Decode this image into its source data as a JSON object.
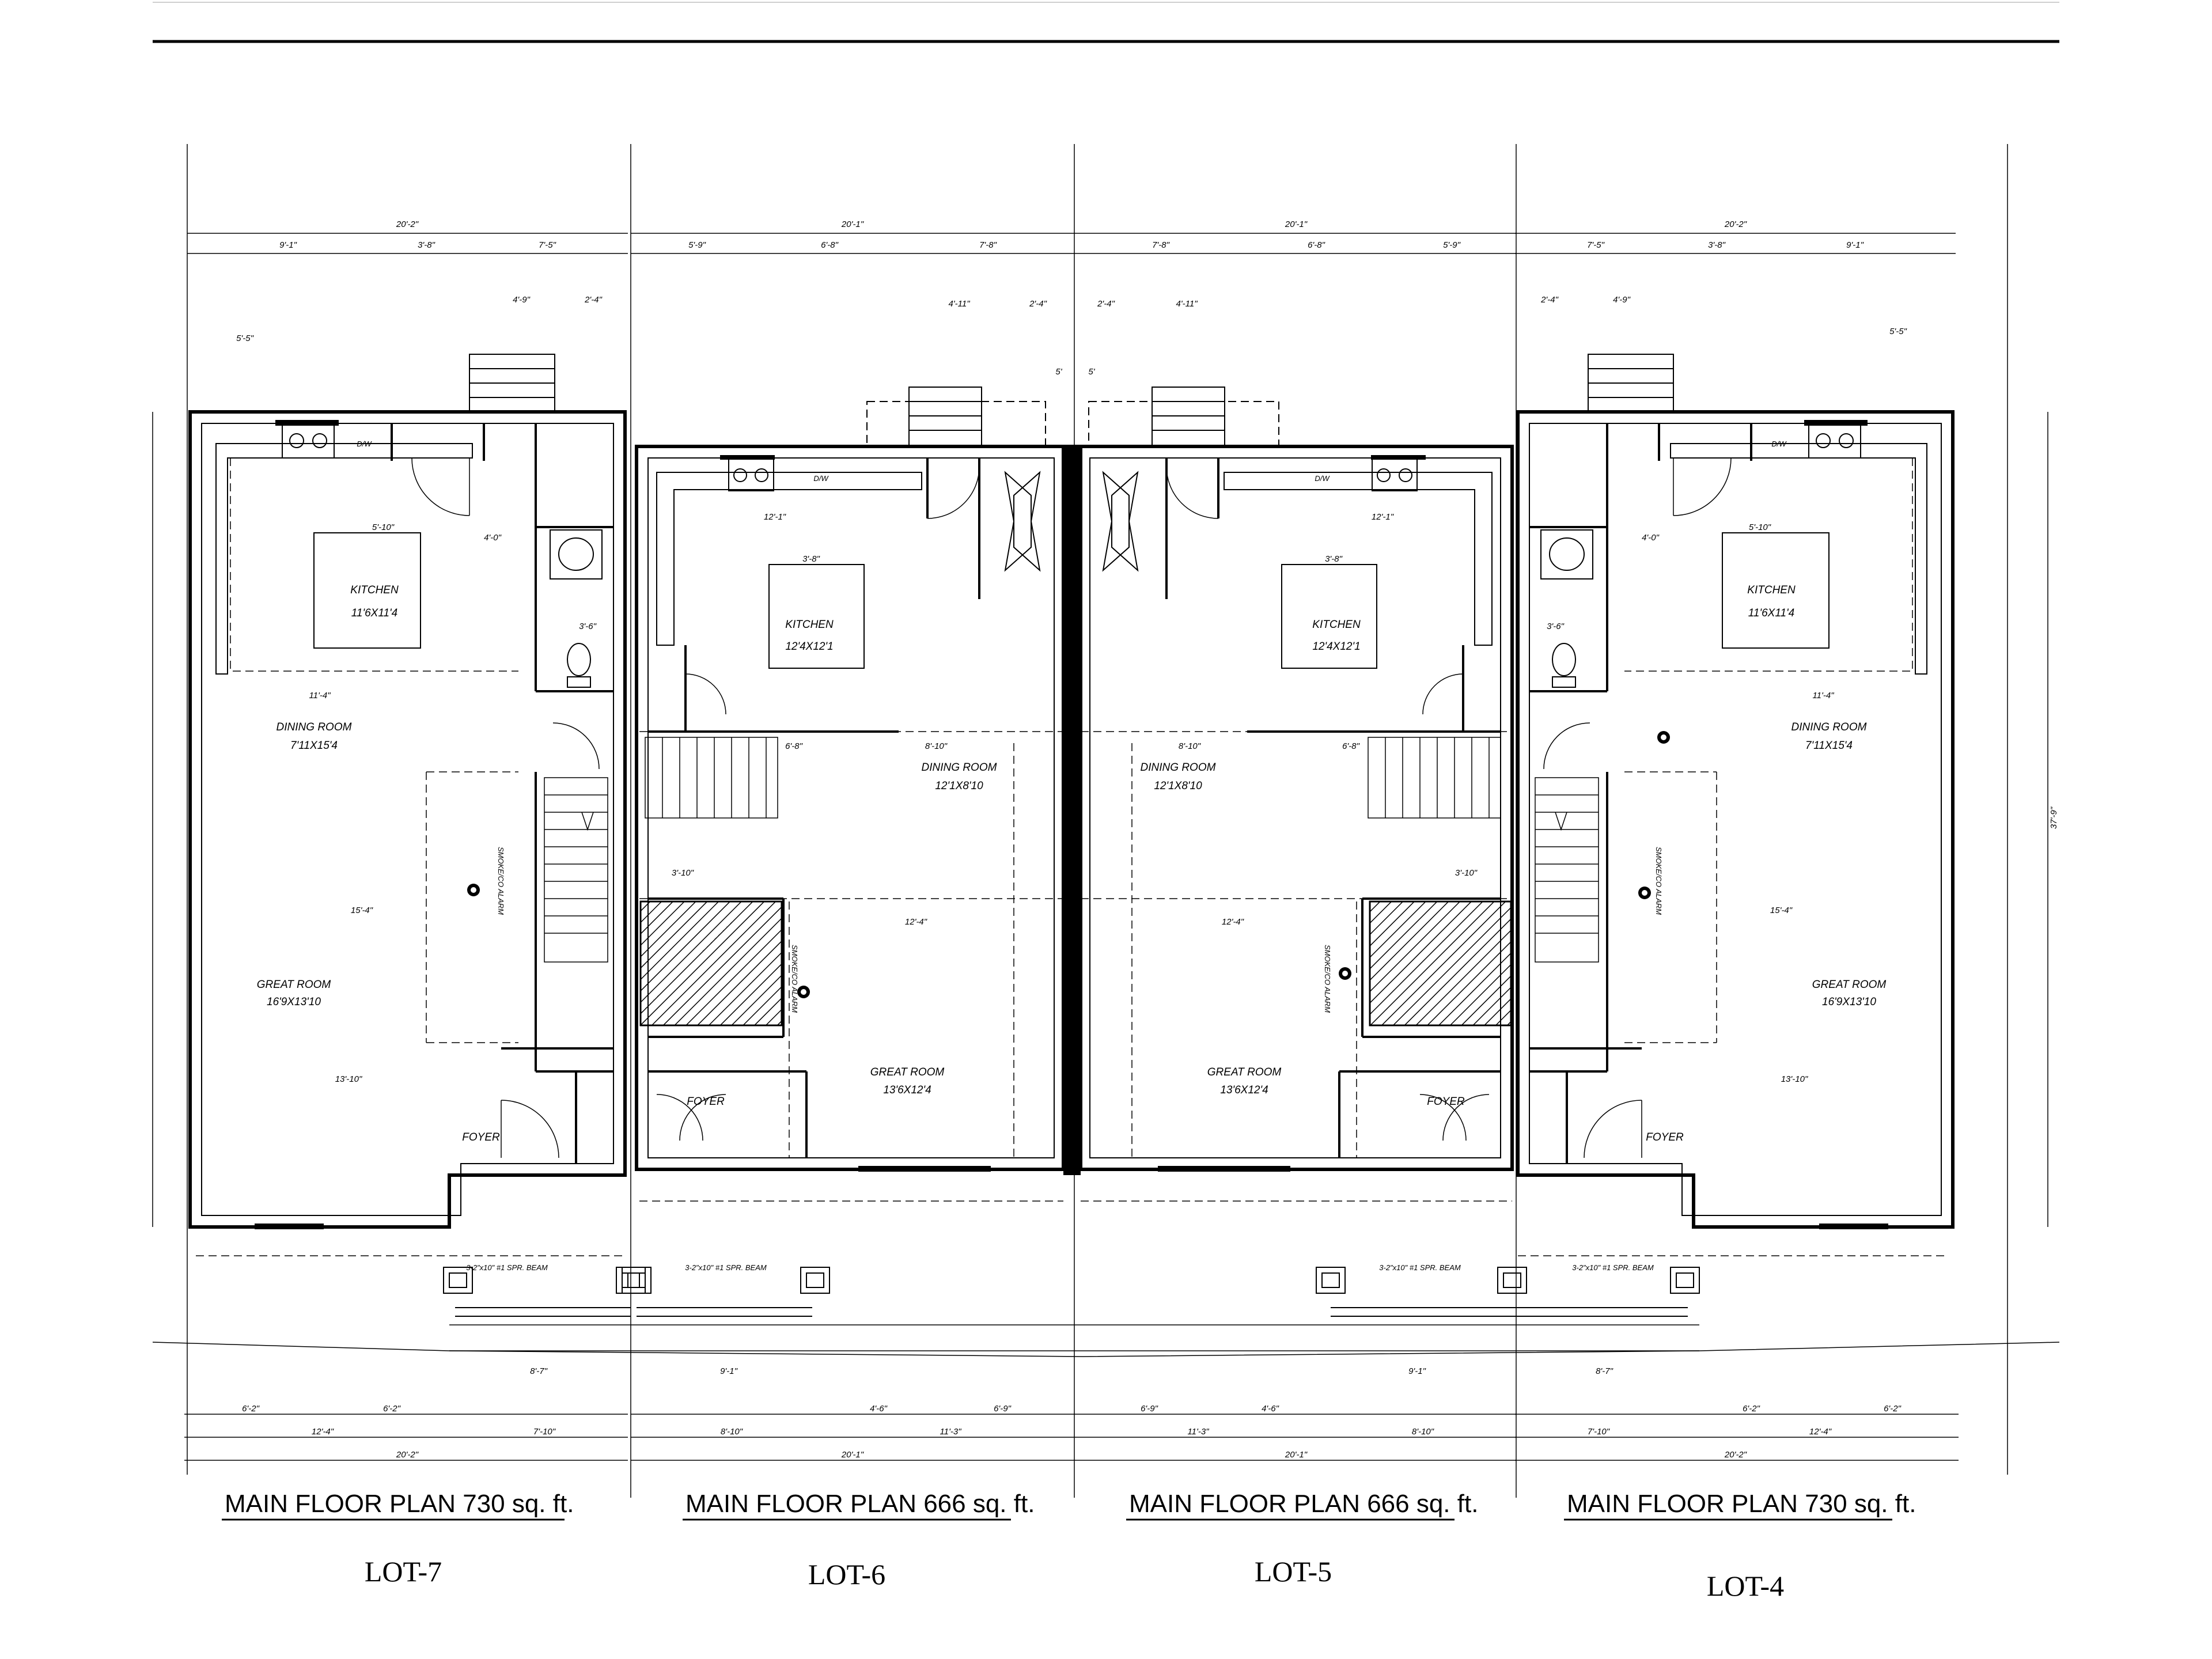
{
  "sheet": {
    "plans": [
      {
        "title": "MAIN FLOOR PLAN 730 sq. ft.",
        "lot": "LOT-7",
        "dims_top": [
          "20'-2\"",
          "9'-1\"",
          "3'-8\"",
          "7'-5\"",
          "4'-9\"",
          "2'-4\"",
          "5'-5\""
        ],
        "dims_bottom": [
          "6'-2\"",
          "6'-2\"",
          "12'-4\"",
          "7'-10\"",
          "20'-2\"",
          "8'-7\""
        ],
        "rooms": [
          {
            "name": "KITCHEN",
            "size": "11'6X11'4"
          },
          {
            "name": "DINING ROOM",
            "size": "7'11X15'4"
          },
          {
            "name": "GREAT ROOM",
            "size": "16'9X13'10"
          },
          {
            "name": "FOYER",
            "size": ""
          }
        ],
        "notes": [
          "SMOKE/CO ALARM",
          "3-2\"x10\" #1 SPR. BEAM",
          "D/W",
          "11'-4\"",
          "15'-4\"",
          "13'-10\"",
          "5'-10\"",
          "4'-0\"",
          "3'-6\""
        ]
      },
      {
        "title": "MAIN FLOOR PLAN 666 sq. ft.",
        "lot": "LOT-6",
        "dims_top": [
          "20'-1\"",
          "5'-9\"",
          "6'-8\"",
          "7'-8\"",
          "4'-11\"",
          "2'-4\"",
          "5'"
        ],
        "dims_bottom": [
          "4'-6\"",
          "6'-9\"",
          "8'-10\"",
          "11'-3\"",
          "20'-1\"",
          "9'-1\""
        ],
        "rooms": [
          {
            "name": "KITCHEN",
            "size": "12'4X12'1"
          },
          {
            "name": "DINING ROOM",
            "size": "12'1X8'10"
          },
          {
            "name": "GREAT ROOM",
            "size": "13'6X12'4"
          },
          {
            "name": "FOYER",
            "size": ""
          }
        ],
        "notes": [
          "SMOKE/CO ALARM",
          "3-2\"x10\" #1 SPR. BEAM",
          "D/W",
          "12'-1\"",
          "3'-8\"",
          "12'-4\"",
          "8'-10\"",
          "6'-8\"",
          "3'-10\""
        ]
      },
      {
        "title": "MAIN FLOOR PLAN 666 sq. ft.",
        "lot": "LOT-5",
        "dims_top": [
          "20'-1\"",
          "7'-8\"",
          "6'-8\"",
          "5'-9\"",
          "2'-4\"",
          "4'-11\"",
          "5'"
        ],
        "dims_bottom": [
          "6'-9\"",
          "4'-6\"",
          "11'-3\"",
          "8'-10\"",
          "20'-1\"",
          "9'-1\""
        ],
        "rooms": [
          {
            "name": "KITCHEN",
            "size": "12'4X12'1"
          },
          {
            "name": "DINING ROOM",
            "size": "12'1X8'10"
          },
          {
            "name": "GREAT ROOM",
            "size": "13'6X12'4"
          },
          {
            "name": "FOYER",
            "size": ""
          }
        ],
        "notes": [
          "SMOKE/CO ALARM",
          "3-2\"x10\" #1 SPR. BEAM",
          "D/W",
          "12'-1\"",
          "3'-8\"",
          "12'-4\"",
          "8'-10\"",
          "6'-8\"",
          "3'-10\""
        ]
      },
      {
        "title": "MAIN FLOOR PLAN 730 sq. ft.",
        "lot": "LOT-4",
        "dims_top": [
          "20'-2\"",
          "7'-5\"",
          "3'-8\"",
          "9'-1\"",
          "2'-4\"",
          "4'-9\"",
          "5'-5\""
        ],
        "dims_bottom": [
          "6'-2\"",
          "6'-2\"",
          "7'-10\"",
          "12'-4\"",
          "20'-2\"",
          "8'-7\""
        ],
        "rooms": [
          {
            "name": "KITCHEN",
            "size": "11'6X11'4"
          },
          {
            "name": "DINING ROOM",
            "size": "7'11X15'4"
          },
          {
            "name": "GREAT ROOM",
            "size": "16'9X13'10"
          },
          {
            "name": "FOYER",
            "size": ""
          }
        ],
        "notes": [
          "SMOKE/CO ALARM",
          "3-2\"x10\" #1 SPR. BEAM",
          "D/W",
          "11'-4\"",
          "15'-4\"",
          "13'-10\"",
          "5'-10\"",
          "4'-0\"",
          "3'-6\""
        ]
      }
    ],
    "overall_depth": "37'-9\""
  }
}
